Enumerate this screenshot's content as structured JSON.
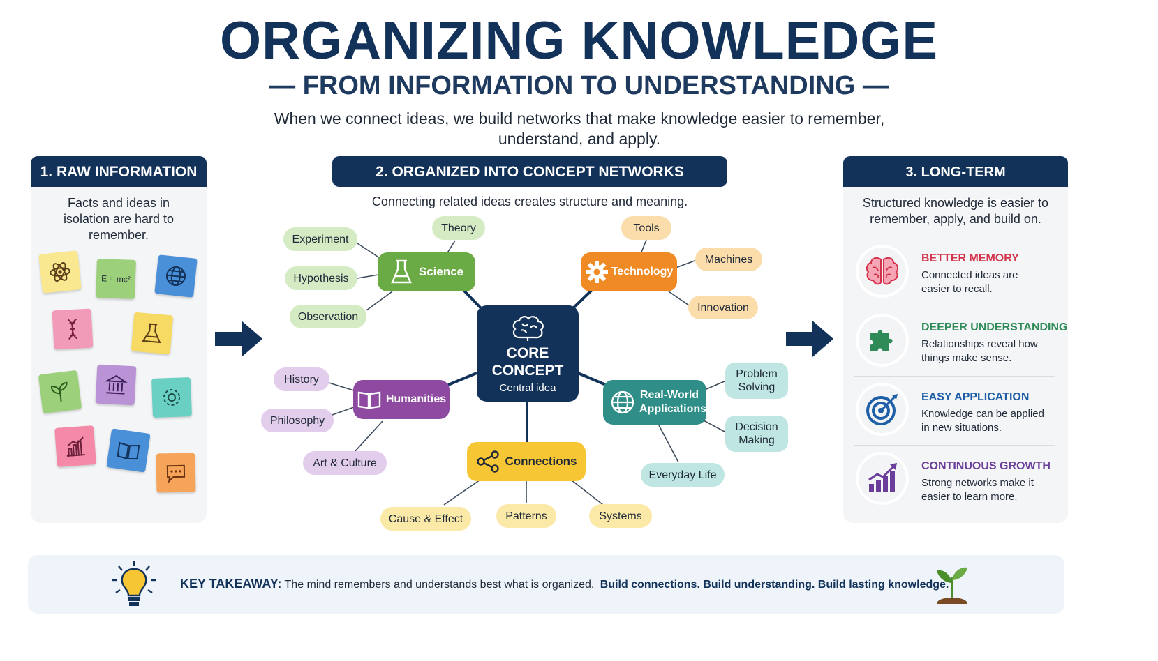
{
  "header": {
    "title": "ORGANIZING KNOWLEDGE",
    "subtitle": "— FROM INFORMATION TO UNDERSTANDING —",
    "intro": "When we connect ideas, we build networks that make knowledge easier to remember, understand, and apply."
  },
  "panel1": {
    "title": "1. RAW INFORMATION",
    "desc": "Facts and ideas in isolation are hard to remember.",
    "notes": {
      "formula": "E = mc²"
    }
  },
  "panel2": {
    "title": "2. ORGANIZED INTO CONCEPT NETWORKS",
    "desc": "Connecting related ideas creates structure and meaning.",
    "core": {
      "title": "CORE CONCEPT",
      "subtitle": "Central idea"
    },
    "science": {
      "label": "Science",
      "leaves": [
        "Theory",
        "Experiment",
        "Hypothesis",
        "Observation"
      ]
    },
    "technology": {
      "label": "Technology",
      "leaves": [
        "Tools",
        "Machines",
        "Innovation"
      ]
    },
    "humanities": {
      "label": "Humanities",
      "leaves": [
        "History",
        "Philosophy",
        "Art & Culture"
      ]
    },
    "applications": {
      "label": "Real-World Applications",
      "leaves": [
        "Problem Solving",
        "Decision Making",
        "Everyday Life"
      ]
    },
    "connections": {
      "label": "Connections",
      "leaves": [
        "Cause & Effect",
        "Patterns",
        "Systems"
      ]
    }
  },
  "panel3": {
    "title": "3. LONG-TERM UNDERSTANDING",
    "desc": "Structured knowledge is easier to remember, apply, and build on.",
    "benefits": [
      {
        "title": "BETTER MEMORY",
        "desc": "Connected ideas are easier to recall.",
        "color": "#d3334a",
        "icon": "brain-icon"
      },
      {
        "title": "DEEPER UNDERSTANDING",
        "desc": "Relationships reveal how things make sense.",
        "color": "#2e8b57",
        "icon": "puzzle-icon"
      },
      {
        "title": "EASY APPLICATION",
        "desc": "Knowledge can be applied in new situations.",
        "color": "#1f5fa8",
        "icon": "target-icon"
      },
      {
        "title": "CONTINUOUS GROWTH",
        "desc": "Strong networks make it easier to learn more.",
        "color": "#6a3d9a",
        "icon": "growth-chart-icon"
      }
    ]
  },
  "takeaway": {
    "label": "KEY TAKEAWAY:",
    "text": "The mind remembers and understands best what is organized.",
    "emphasis": "Build connections. Build understanding. Build lasting knowledge."
  },
  "colors": {
    "navy": "#12325a",
    "science": "#6aab45",
    "technology": "#f08a24",
    "humanities": "#8e4aa0",
    "applications": "#2f8f88",
    "connections": "#f6c634"
  }
}
